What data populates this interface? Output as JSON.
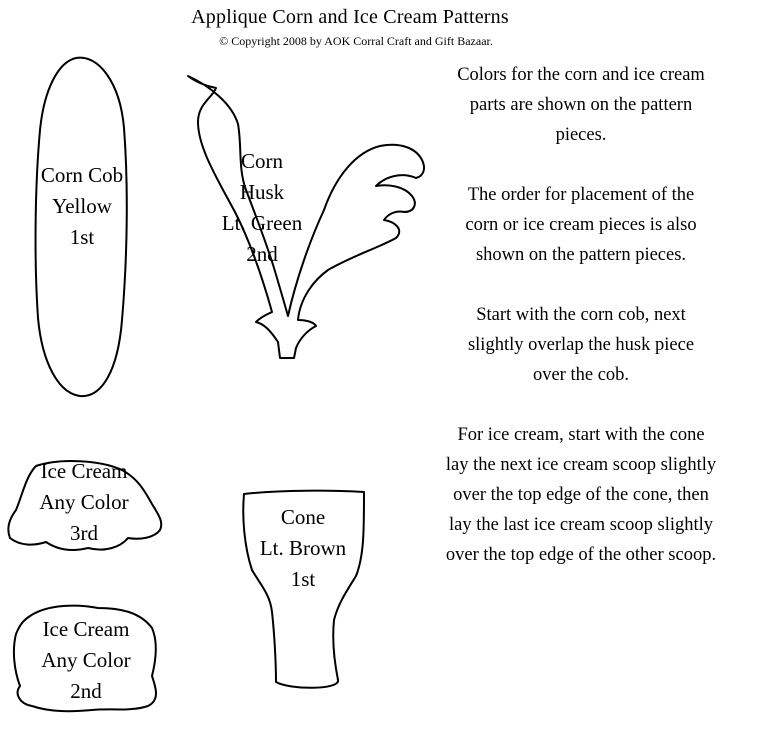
{
  "header": {
    "title": "Applique Corn and Ice Cream Patterns",
    "copyright": "© Copyright 2008 by AOK Corral Craft and Gift Bazaar."
  },
  "pieces": {
    "corn_cob": [
      "Corn Cob",
      "Yellow",
      "1st"
    ],
    "corn_husk": [
      "Corn",
      "Husk",
      "Lt. Green",
      "2nd"
    ],
    "ice_cream_3rd": [
      "Ice Cream",
      "Any Color",
      "3rd"
    ],
    "cone": [
      "Cone",
      "Lt. Brown",
      "1st"
    ],
    "ice_cream_2nd": [
      "Ice Cream",
      "Any Color",
      "2nd"
    ]
  },
  "instructions": [
    [
      "Colors for the corn and ice cream",
      "parts are shown on the pattern",
      "pieces."
    ],
    [
      "The order for placement of the",
      "corn or ice cream pieces is also",
      "shown on the pattern pieces."
    ],
    [
      "Start with the corn cob, next",
      "slightly overlap the husk piece",
      "over the cob."
    ],
    [
      "For ice cream, start with the cone",
      "lay the next ice cream scoop slightly",
      "over the top edge of the cone, then",
      "lay the last ice cream scoop slightly",
      "over the top edge of the other scoop."
    ]
  ]
}
